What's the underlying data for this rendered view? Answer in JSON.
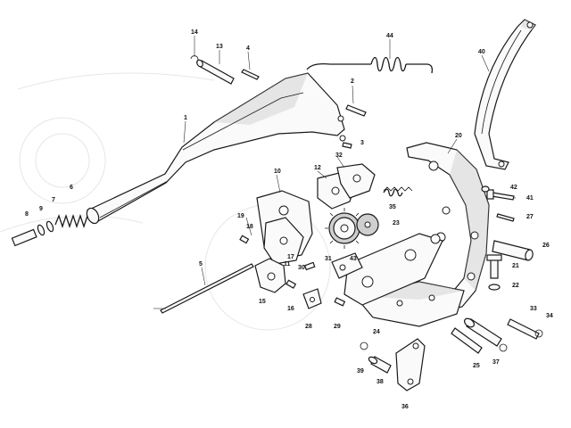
{
  "diagram": {
    "callouts": [
      {
        "id": "c1",
        "label": "1"
      },
      {
        "id": "c2",
        "label": "2"
      },
      {
        "id": "c3",
        "label": "3"
      },
      {
        "id": "c4",
        "label": "4"
      },
      {
        "id": "c5",
        "label": "5"
      },
      {
        "id": "c6",
        "label": "6"
      },
      {
        "id": "c7",
        "label": "7"
      },
      {
        "id": "c8",
        "label": "8"
      },
      {
        "id": "c9",
        "label": "9"
      },
      {
        "id": "c10",
        "label": "10"
      },
      {
        "id": "c11",
        "label": "11"
      },
      {
        "id": "c12",
        "label": "12"
      },
      {
        "id": "c13",
        "label": "13"
      },
      {
        "id": "c14",
        "label": "14"
      },
      {
        "id": "c15",
        "label": "15"
      },
      {
        "id": "c16",
        "label": "16"
      },
      {
        "id": "c17",
        "label": "17"
      },
      {
        "id": "c18",
        "label": "18"
      },
      {
        "id": "c19",
        "label": "19"
      },
      {
        "id": "c20",
        "label": "20"
      },
      {
        "id": "c21",
        "label": "21"
      },
      {
        "id": "c22",
        "label": "22"
      },
      {
        "id": "c23",
        "label": "23"
      },
      {
        "id": "c24",
        "label": "24"
      },
      {
        "id": "c25",
        "label": "25"
      },
      {
        "id": "c26",
        "label": "26"
      },
      {
        "id": "c27",
        "label": "27"
      },
      {
        "id": "c28",
        "label": "28"
      },
      {
        "id": "c29",
        "label": "29"
      },
      {
        "id": "c30",
        "label": "30"
      },
      {
        "id": "c31",
        "label": "31"
      },
      {
        "id": "c32",
        "label": "32"
      },
      {
        "id": "c33",
        "label": "33"
      },
      {
        "id": "c34",
        "label": "34"
      },
      {
        "id": "c35",
        "label": "35"
      },
      {
        "id": "c36",
        "label": "36"
      },
      {
        "id": "c37",
        "label": "37"
      },
      {
        "id": "c38",
        "label": "38"
      },
      {
        "id": "c39",
        "label": "39"
      },
      {
        "id": "c40",
        "label": "40"
      },
      {
        "id": "c41",
        "label": "41"
      },
      {
        "id": "c42",
        "label": "42"
      },
      {
        "id": "c43",
        "label": "43"
      },
      {
        "id": "c44",
        "label": "44"
      }
    ]
  }
}
